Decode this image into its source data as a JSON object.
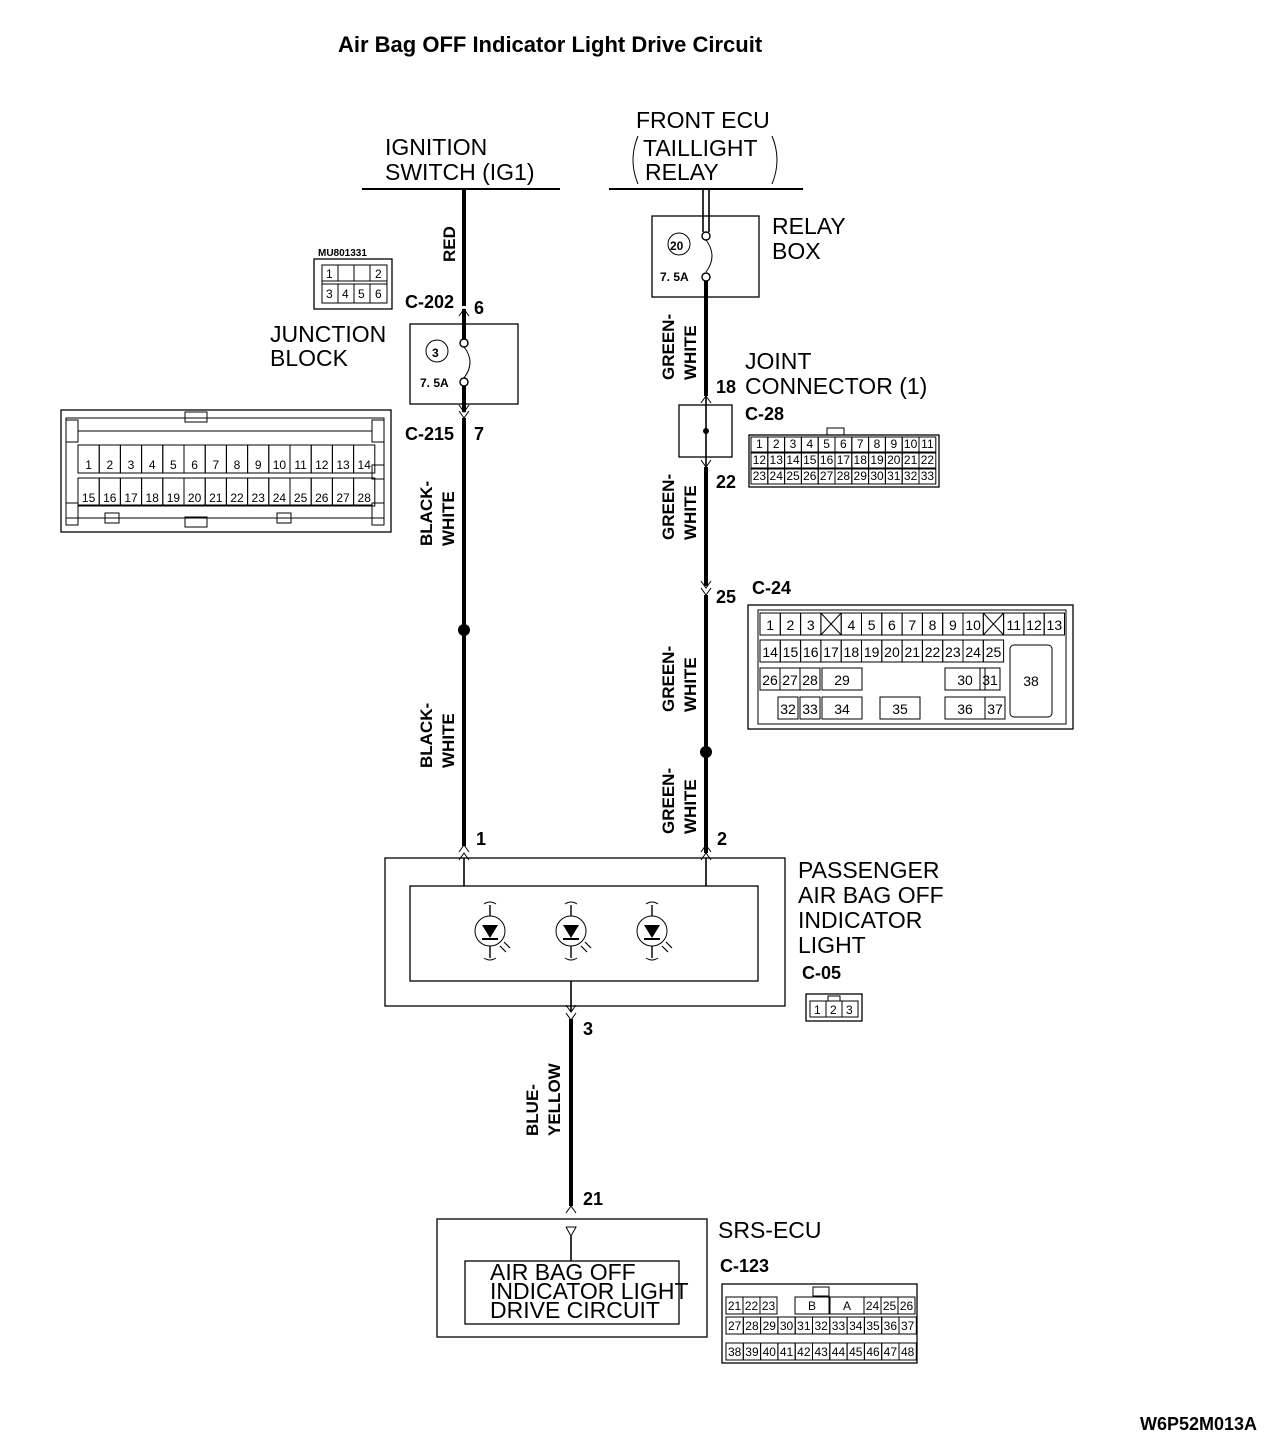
{
  "title": "Air Bag OFF Indicator Light Drive Circuit",
  "figure_code": "W6P52M013A",
  "sources": {
    "ignition": [
      "IGNITION",
      "SWITCH (IG1)"
    ],
    "front_ecu": [
      "FRONT ECU",
      "TAILLIGHT",
      "RELAY"
    ]
  },
  "relay_box": {
    "label": [
      "RELAY",
      "BOX"
    ],
    "fuse_no": "20",
    "fuse_rating": "7. 5A"
  },
  "junction_block": {
    "label": [
      "JUNCTION",
      "BLOCK"
    ],
    "fuse_no": "3",
    "fuse_rating": "7. 5A",
    "part_no": "MU801331",
    "part_cells": [
      "1",
      "2",
      "3",
      "4",
      "5",
      "6"
    ]
  },
  "joint_connector": {
    "label": [
      "JOINT",
      "CONNECTOR (1)"
    ],
    "connector": "C-28",
    "pin_in": "18",
    "pin_out": "22",
    "cells_row1": [
      "1",
      "2",
      "3",
      "4",
      "5",
      "6",
      "7",
      "8",
      "9",
      "10",
      "11"
    ],
    "cells_row2": [
      "12",
      "13",
      "14",
      "15",
      "16",
      "17",
      "18",
      "19",
      "20",
      "21",
      "22"
    ],
    "cells_row3": [
      "23",
      "24",
      "25",
      "26",
      "27",
      "28",
      "29",
      "30",
      "31",
      "32",
      "33"
    ]
  },
  "connectors": {
    "c202": {
      "name": "C-202",
      "pin": "6"
    },
    "c215": {
      "name": "C-215",
      "pin": "7"
    },
    "c24": {
      "name": "C-24",
      "pin": "25"
    },
    "c05": {
      "name": "C-05",
      "cells": [
        "1",
        "2",
        "3"
      ]
    },
    "c123": {
      "name": "C-123",
      "pin": "21"
    }
  },
  "c215_cells": {
    "row1": [
      "1",
      "2",
      "3",
      "4",
      "5",
      "6",
      "7",
      "8",
      "9",
      "10",
      "11",
      "12",
      "13",
      "14"
    ],
    "row2": [
      "15",
      "16",
      "17",
      "18",
      "19",
      "20",
      "21",
      "22",
      "23",
      "24",
      "25",
      "26",
      "27",
      "28"
    ]
  },
  "c24_cells": {
    "row1": [
      "1",
      "2",
      "3",
      "4",
      "5",
      "6",
      "7",
      "8",
      "9",
      "10",
      "11",
      "12",
      "13"
    ],
    "row2": [
      "14",
      "15",
      "16",
      "17",
      "18",
      "19",
      "20",
      "21",
      "22",
      "23",
      "24",
      "25"
    ],
    "row3": [
      "26",
      "27",
      "28",
      "29",
      "30",
      "31",
      "38"
    ],
    "row4": [
      "32",
      "33",
      "34",
      "35",
      "36",
      "37"
    ]
  },
  "c123_cells": {
    "row1": [
      "21",
      "22",
      "23",
      "B",
      "A",
      "24",
      "25",
      "26"
    ],
    "row2": [
      "27",
      "28",
      "29",
      "30",
      "31",
      "32",
      "33",
      "34",
      "35",
      "36",
      "37"
    ],
    "row3": [
      "38",
      "39",
      "40",
      "41",
      "42",
      "43",
      "44",
      "45",
      "46",
      "47",
      "48"
    ]
  },
  "wires": {
    "red": "RED",
    "black_white_1": [
      "BLACK-",
      "WHITE"
    ],
    "black_white_2": [
      "BLACK-",
      "WHITE"
    ],
    "green_white_1": [
      "GREEN-",
      "WHITE"
    ],
    "green_white_2": [
      "GREEN-",
      "WHITE"
    ],
    "green_white_3": [
      "GREEN-",
      "WHITE"
    ],
    "green_white_4": [
      "GREEN-",
      "WHITE"
    ],
    "blue_yellow": [
      "BLUE-",
      "YELLOW"
    ]
  },
  "indicator": {
    "label": [
      "PASSENGER",
      "AIR BAG OFF",
      "INDICATOR",
      "LIGHT"
    ],
    "pin_1": "1",
    "pin_2": "2",
    "pin_3": "3"
  },
  "srs_ecu": {
    "label": "SRS-ECU",
    "inner": [
      "AIR BAG OFF",
      "INDICATOR LIGHT",
      "DRIVE CIRCUIT"
    ]
  }
}
